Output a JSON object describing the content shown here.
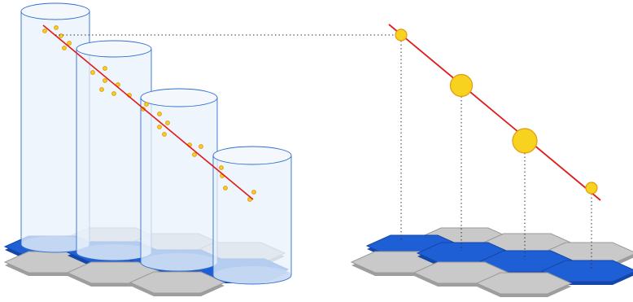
{
  "diagram": {
    "colors": {
      "background": "#ffffff",
      "hex_gray_fill": "#c9c9c9",
      "hex_gray_stroke": "#9a9a9a",
      "hex_blue_fill": "#1f5fd6",
      "hex_blue_stroke": "#1447a8",
      "cylinder_fill": "#e9f1fb",
      "cylinder_stroke": "#2f6fd0",
      "cylinder_bottom_fill": "#5b8fdd",
      "regression_line": "#e01b1b",
      "point_fill": "#f7d21e",
      "point_stroke": "#e39a12",
      "dotted_link": "#333333"
    },
    "left_panel": {
      "cylinder_count": 4,
      "sample_point_count": 26
    },
    "right_panel": {
      "aggregated_point_count": 4,
      "point_sizes_relative": [
        0.35,
        0.65,
        0.75,
        0.35
      ]
    },
    "icons": [
      "hexagon-tile-icon",
      "cylinder-icon",
      "regression-line-icon",
      "data-point-icon"
    ]
  }
}
